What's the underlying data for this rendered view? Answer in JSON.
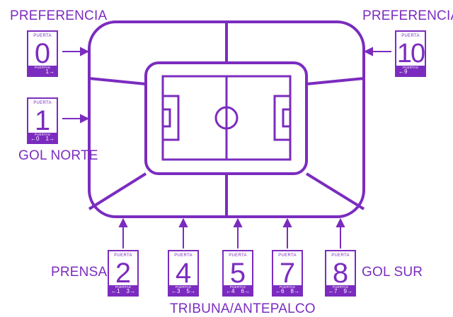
{
  "colors": {
    "accent": "#7b2cbf",
    "background": "#ffffff"
  },
  "labels": {
    "preferencia_left": "PREFERENCIA",
    "preferencia_right": "PREFERENCIA",
    "gol_norte": "GOL NORTE",
    "prensa": "PRENSA",
    "gol_sur": "GOL SUR",
    "tribuna": "TRIBUNA/ANTEPALCO"
  },
  "gates": [
    {
      "caption": "PUERTA",
      "number": "0",
      "footer_caption": "PUERTAS",
      "left": "",
      "right": "1→"
    },
    {
      "caption": "PUERTA",
      "number": "1",
      "footer_caption": "PUERTAS",
      "left": "←0",
      "right": "1→"
    },
    {
      "caption": "PUERTA",
      "number": "10",
      "footer_caption": "PUERTAS",
      "left": "←9",
      "right": ""
    },
    {
      "caption": "PUERTA",
      "number": "2",
      "footer_caption": "PUERTAS",
      "left": "←1",
      "right": "3→"
    },
    {
      "caption": "PUERTA",
      "number": "4",
      "footer_caption": "PUERTAS",
      "left": "←3",
      "right": "5→"
    },
    {
      "caption": "PUERTA",
      "number": "5",
      "footer_caption": "PUERTAS",
      "left": "←4",
      "right": "6→"
    },
    {
      "caption": "PUERTA",
      "number": "7",
      "footer_caption": "PUERTAS",
      "left": "←6",
      "right": "8→"
    },
    {
      "caption": "PUERTA",
      "number": "8",
      "footer_caption": "PUERTAS",
      "left": "←7",
      "right": "9→"
    }
  ]
}
